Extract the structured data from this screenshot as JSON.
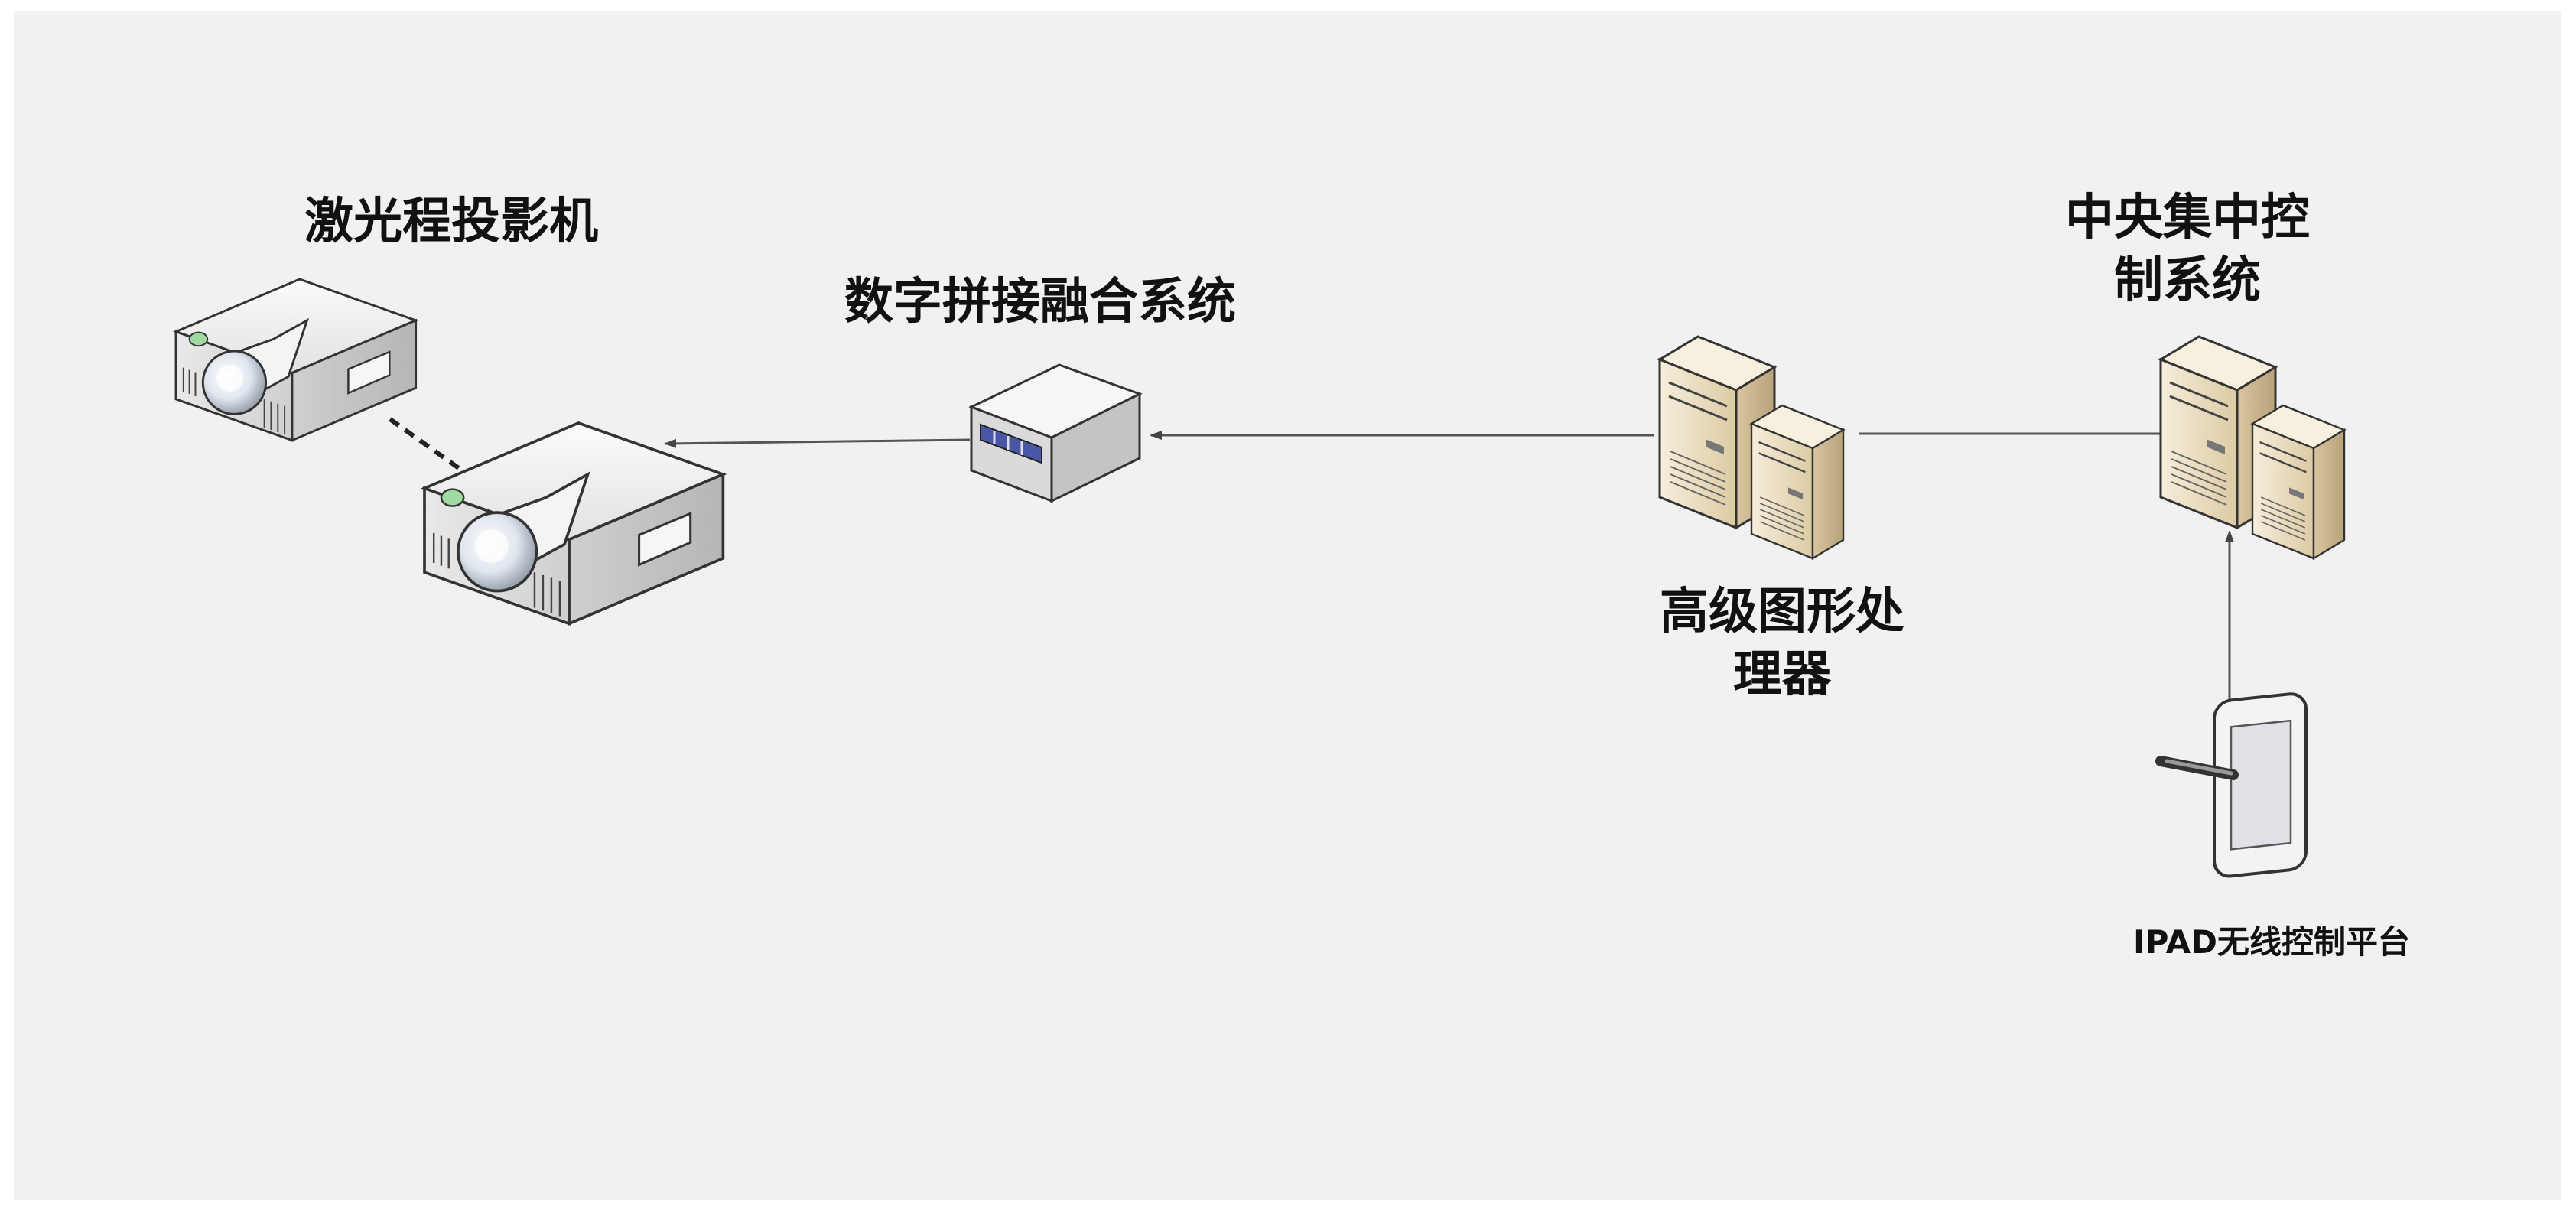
{
  "nodes": {
    "projector": {
      "label": "激光程投影机"
    },
    "fusion": {
      "label": "数字拼接融合系统"
    },
    "gpu": {
      "label_lines": [
        "高级图形处",
        "理器"
      ]
    },
    "central": {
      "label_lines": [
        "中央集中控",
        "制系统"
      ]
    },
    "ipad": {
      "label": "IPAD无线控制平台"
    }
  },
  "colors": {
    "background": "#f1f1f1",
    "line": "#555555",
    "server_face": "#efe3c6",
    "server_top": "#f7eed9",
    "server_side": "#c9b690",
    "projector_body": "#e4e4e4",
    "device_port": "#4a56a6"
  }
}
